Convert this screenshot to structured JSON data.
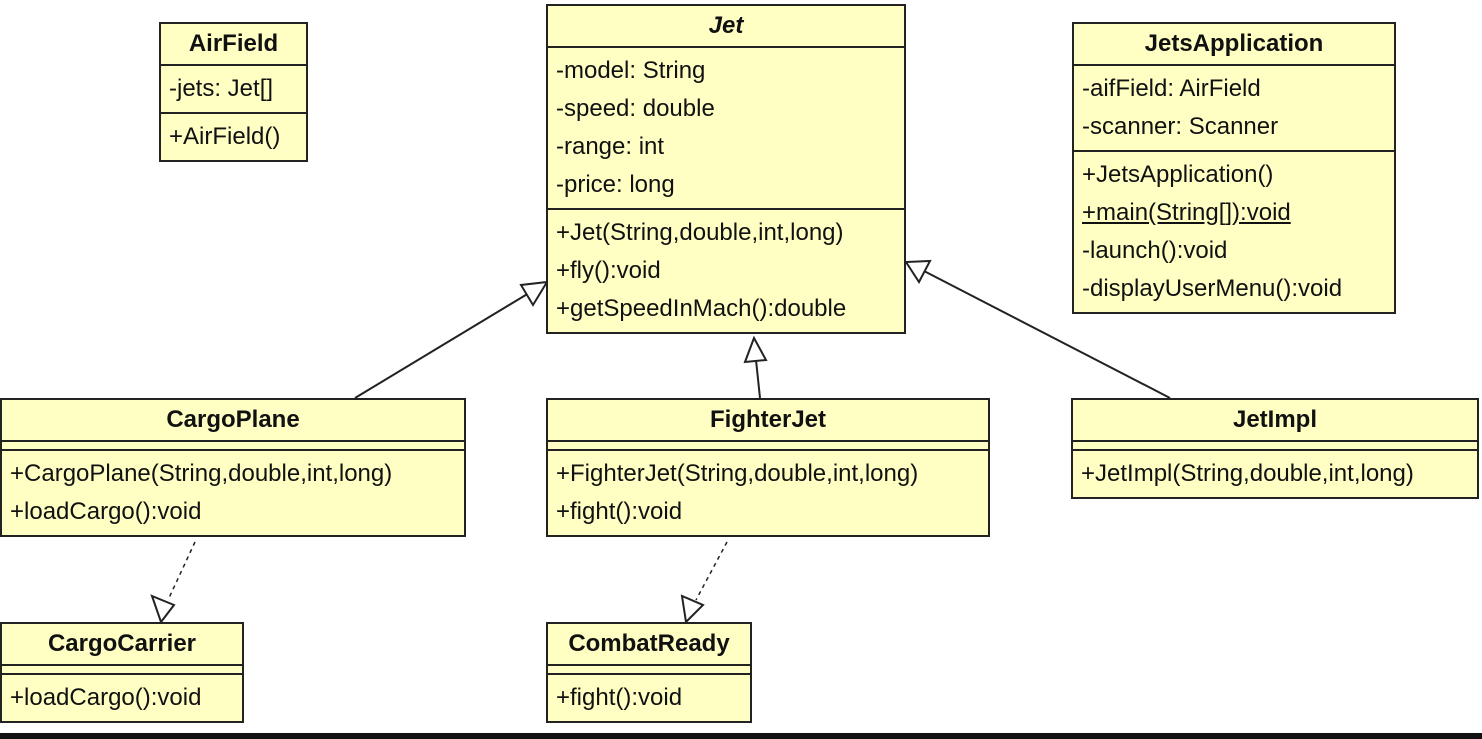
{
  "classes": {
    "airfield": {
      "name": "AirField",
      "attributes": [
        "-jets: Jet[]"
      ],
      "operations": [
        "+AirField()"
      ]
    },
    "jet": {
      "name": "Jet",
      "attributes": [
        "-model: String",
        "-speed: double",
        "-range: int",
        "-price: long"
      ],
      "operations": [
        "+Jet(String,double,int,long)",
        "+fly():void",
        "+getSpeedInMach():double"
      ]
    },
    "jetsapp": {
      "name": "JetsApplication",
      "attributes": [
        "-aifField: AirField",
        "-scanner: Scanner"
      ],
      "operations": [
        "+JetsApplication()",
        "+main(String[]):void",
        "-launch():void",
        "-displayUserMenu():void"
      ]
    },
    "cargoplane": {
      "name": "CargoPlane",
      "operations": [
        "+CargoPlane(String,double,int,long)",
        "+loadCargo():void"
      ]
    },
    "fighterjet": {
      "name": "FighterJet",
      "operations": [
        "+FighterJet(String,double,int,long)",
        "+fight():void"
      ]
    },
    "jetimpl": {
      "name": "JetImpl",
      "operations": [
        "+JetImpl(String,double,int,long)"
      ]
    },
    "cargocarrier": {
      "name": "CargoCarrier",
      "operations": [
        "+loadCargo():void"
      ]
    },
    "combatready": {
      "name": "CombatReady",
      "operations": [
        "+fight():void"
      ]
    }
  },
  "relations": [
    {
      "from": "CargoPlane",
      "to": "Jet",
      "kind": "generalization"
    },
    {
      "from": "FighterJet",
      "to": "Jet",
      "kind": "generalization"
    },
    {
      "from": "JetImpl",
      "to": "Jet",
      "kind": "generalization"
    },
    {
      "from": "CargoPlane",
      "to": "CargoCarrier",
      "kind": "realization"
    },
    {
      "from": "FighterJet",
      "to": "CombatReady",
      "kind": "realization"
    }
  ],
  "colors": {
    "class_fill": "#ffffc4",
    "border": "#222222"
  }
}
